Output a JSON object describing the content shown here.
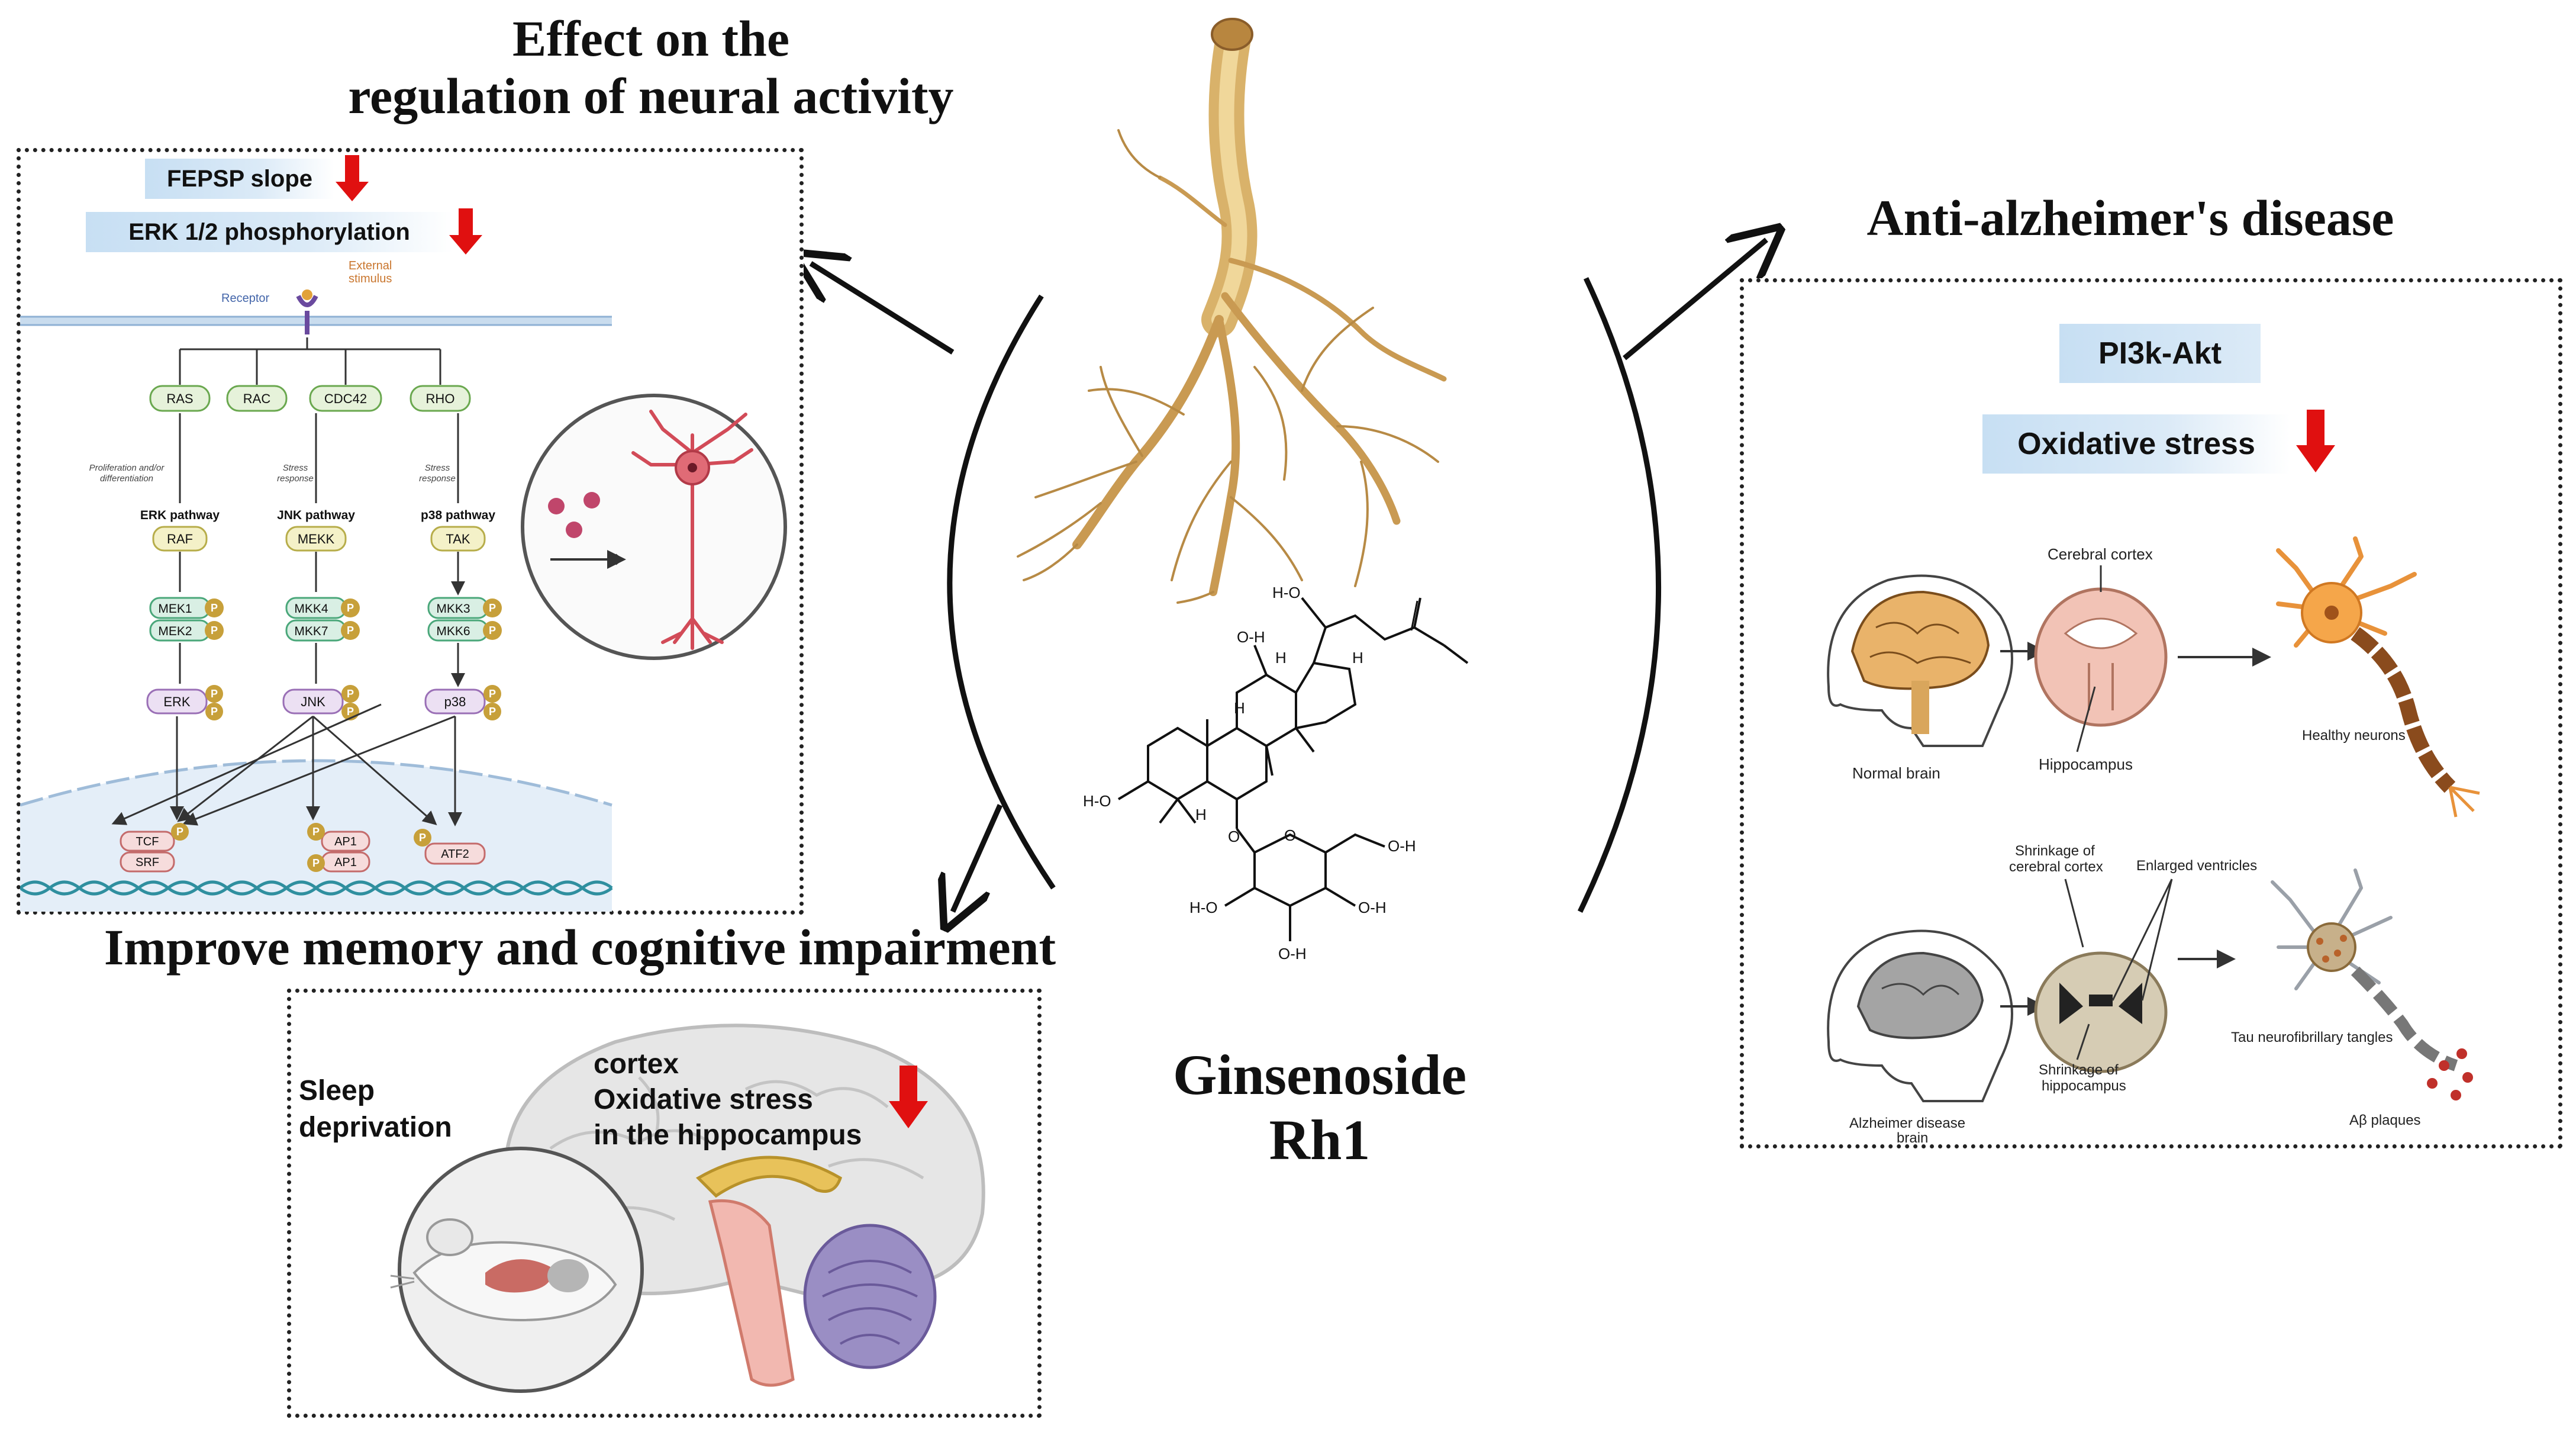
{
  "headings": {
    "neural": [
      "Effect on the",
      "regulation of neural activity"
    ],
    "alz": "Anti-alzheimer's disease",
    "memory": "Improve memory and cognitive impairment",
    "compound": [
      "Ginsenoside",
      "Rh1"
    ]
  },
  "neural_panel": {
    "label1": "FEPSP slope",
    "label2": "ERK 1/2 phosphorylation",
    "receptor": "Receptor",
    "external": [
      "External",
      "stimulus"
    ],
    "gtpases": [
      "RAS",
      "RAC",
      "CDC42",
      "RHO"
    ],
    "pathway_notes": [
      [
        "Proliferation and/or",
        "differentiation"
      ],
      [
        "Stress",
        "response"
      ],
      [
        "Stress",
        "response"
      ]
    ],
    "pathways": [
      "ERK pathway",
      "JNK pathway",
      "p38 pathway"
    ],
    "kinases1": [
      "RAF",
      "MEKK",
      "TAK"
    ],
    "kinases2": [
      [
        "MEK1",
        "MEK2"
      ],
      [
        "MKK4",
        "MKK7"
      ],
      [
        "MKK3",
        "MKK6"
      ]
    ],
    "mapks": [
      "ERK",
      "JNK",
      "p38"
    ],
    "tfs": [
      "TCF",
      "SRF",
      "AP1",
      "AP1",
      "ATF2"
    ],
    "phospho": "P"
  },
  "alz_panel": {
    "label1": "PI3k-Akt",
    "label2": "Oxidative stress",
    "cerebral_cortex": "Cerebral cortex",
    "normal_brain": "Normal brain",
    "hippocampus": "Hippocampus",
    "healthy_neurons": "Healthy neurons",
    "shrink_cortex": [
      "Shrinkage of",
      "cerebral cortex"
    ],
    "enlarged": "Enlarged ventricles",
    "ad_brain": [
      "Alzheimer disease",
      "brain"
    ],
    "shrink_hippo": [
      "Shrinkage of",
      "hippocampus"
    ],
    "tau": "Tau neurofibrillary tangles",
    "plaques": "Aβ plaques"
  },
  "memory_panel": {
    "sleep": [
      "Sleep",
      "deprivation"
    ],
    "cortex": "cortex",
    "ox": [
      "Oxidative stress",
      "in the hippocampus"
    ]
  },
  "molecule": {
    "ho_top": "H-O",
    "oh_a": "O-H",
    "ho_left": "H-O",
    "ho_sugar": "H-O",
    "oh_sugar1": "O-H",
    "oh_sugar2": "O-H",
    "oh_bottom": "O-H",
    "h": "H",
    "o": "O"
  },
  "colors": {
    "down_arrow": "#e01010",
    "label_blue": "#c7dff3",
    "root": "#d9b26a"
  }
}
